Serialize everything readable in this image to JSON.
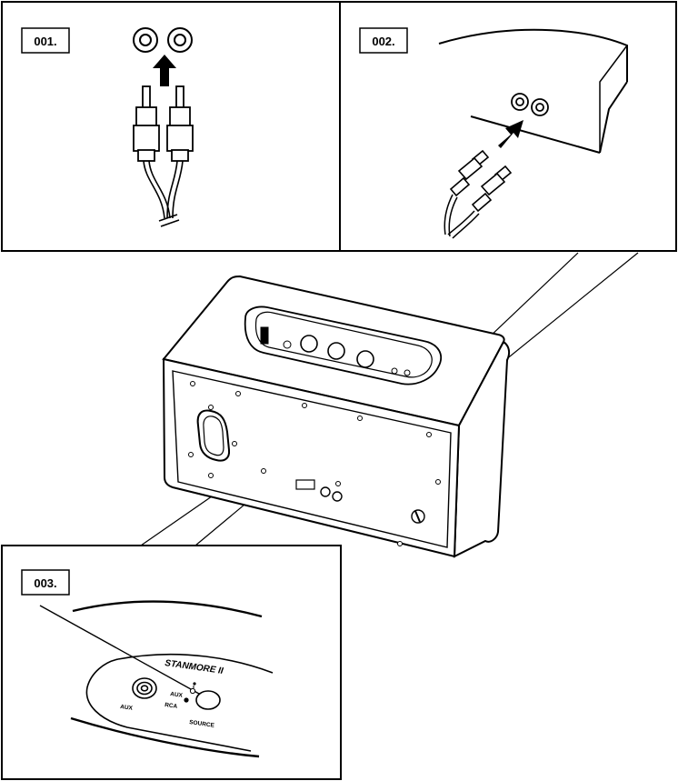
{
  "steps": [
    {
      "label": "001."
    },
    {
      "label": "002."
    },
    {
      "label": "003."
    }
  ],
  "device_panel": {
    "brand": "STANMORE II",
    "aux_label": "AUX",
    "aux_source_label": "AUX",
    "rca_label": "RCA",
    "source_label": "SOURCE"
  }
}
